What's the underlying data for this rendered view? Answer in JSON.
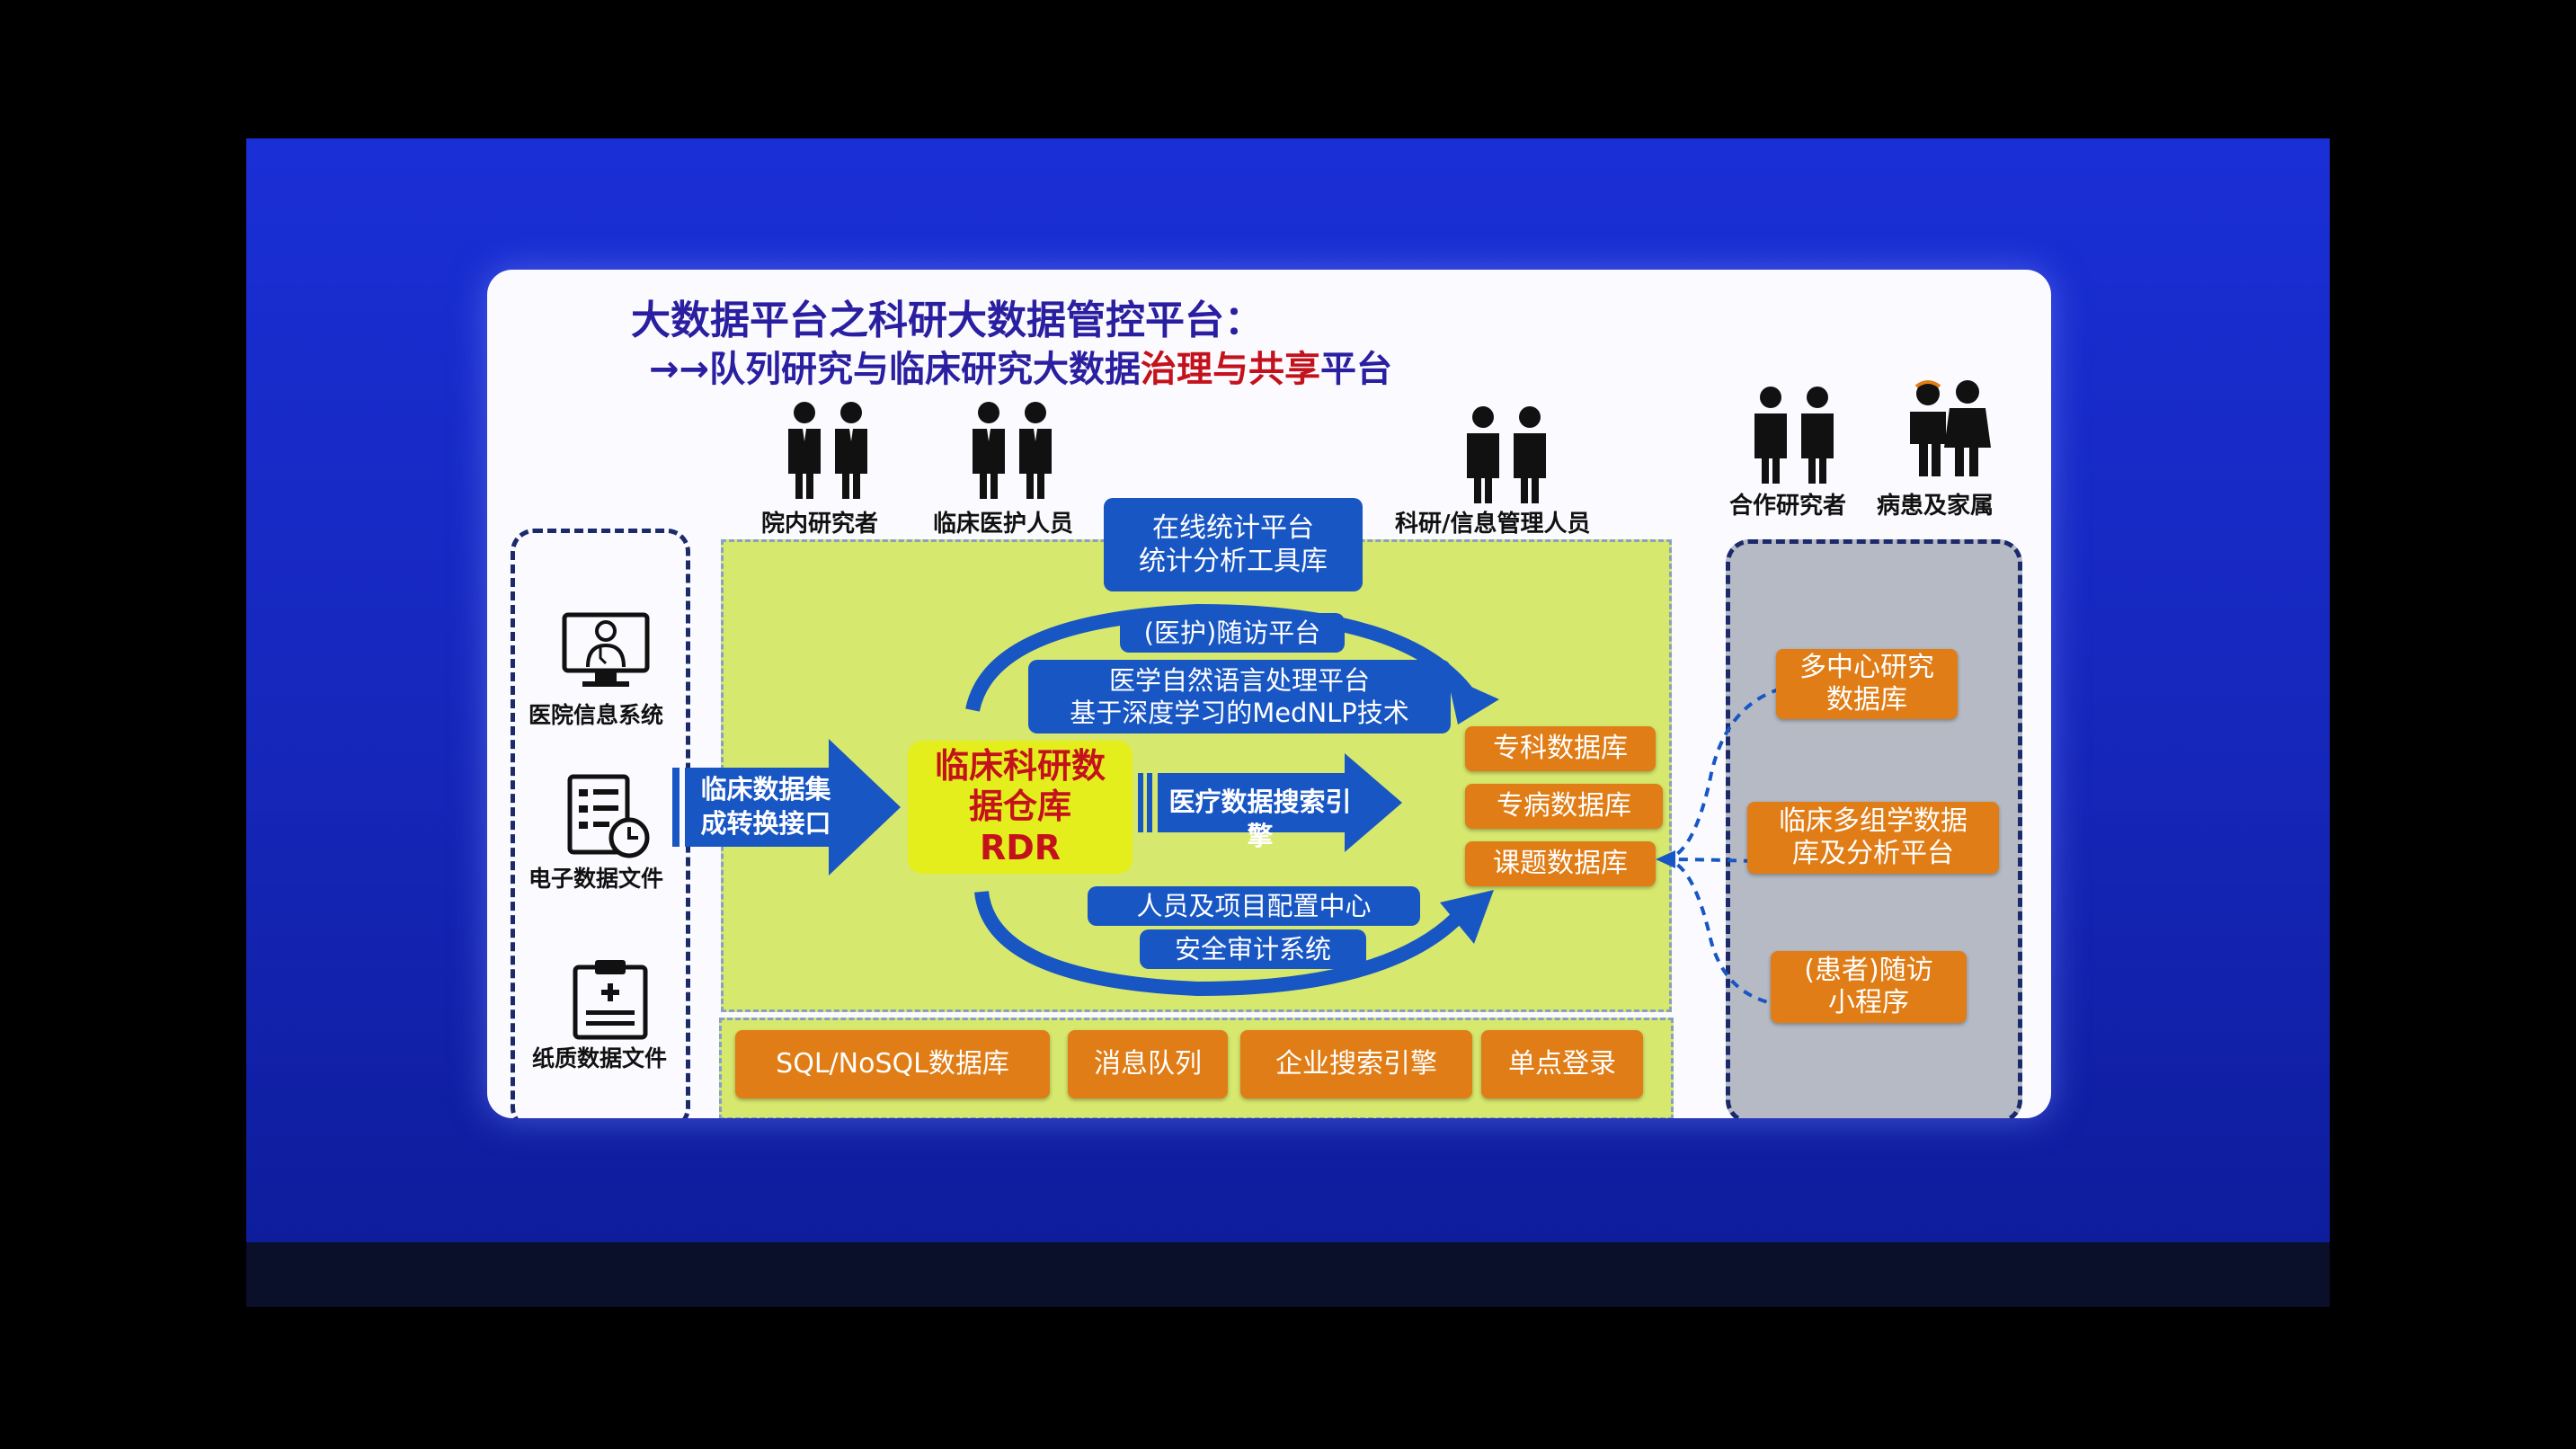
{
  "title": "大数据平台之科研大数据管控平台：",
  "subtitle_prefix": "→→队列研究与临床研究大数据",
  "subtitle_highlight": "治理与共享",
  "subtitle_suffix": "平台",
  "people": {
    "internal_researchers": "院内研究者",
    "clinical_staff": "临床医护人员",
    "research_admin": "科研/信息管理人员",
    "collaborators": "合作研究者",
    "patients_family": "病患及家属"
  },
  "sources": {
    "his": "医院信息系统",
    "electronic": "电子数据文件",
    "paper": "纸质数据文件"
  },
  "core": {
    "online_stats_line1": "在线统计平台",
    "online_stats_line2": "统计分析工具库",
    "followup": "(医护)随访平台",
    "nlp_line1": "医学自然语言处理平台",
    "nlp_line2": "基于深度学习的MedNLP技术",
    "interface_line1": "临床数据集",
    "interface_line2": "成转换接口",
    "rdr_line1": "临床科研数",
    "rdr_line2": "据仓库",
    "rdr_line3": "RDR",
    "search_engine": "医疗数据搜索引擎",
    "config_center": "人员及项目配置中心",
    "audit": "安全审计系统"
  },
  "databases": {
    "specialty": "专科数据库",
    "disease": "专病数据库",
    "project": "课题数据库"
  },
  "infra": {
    "sql": "SQL/NoSQL数据库",
    "mq": "消息队列",
    "search": "企业搜索引擎",
    "sso": "单点登录"
  },
  "right": {
    "multicenter_line1": "多中心研究",
    "multicenter_line2": "数据库",
    "omics_line1": "临床多组学数据",
    "omics_line2": "库及分析平台",
    "patient_line1": "(患者)随访",
    "patient_line2": "小程序"
  },
  "colors": {
    "blue": "#1856c4",
    "orange": "#e07d16",
    "green": "#d7e86e",
    "rdr_yellow": "#e4ee1c",
    "highlight_red": "#c4121c",
    "title_purple": "#2a1fa0"
  }
}
